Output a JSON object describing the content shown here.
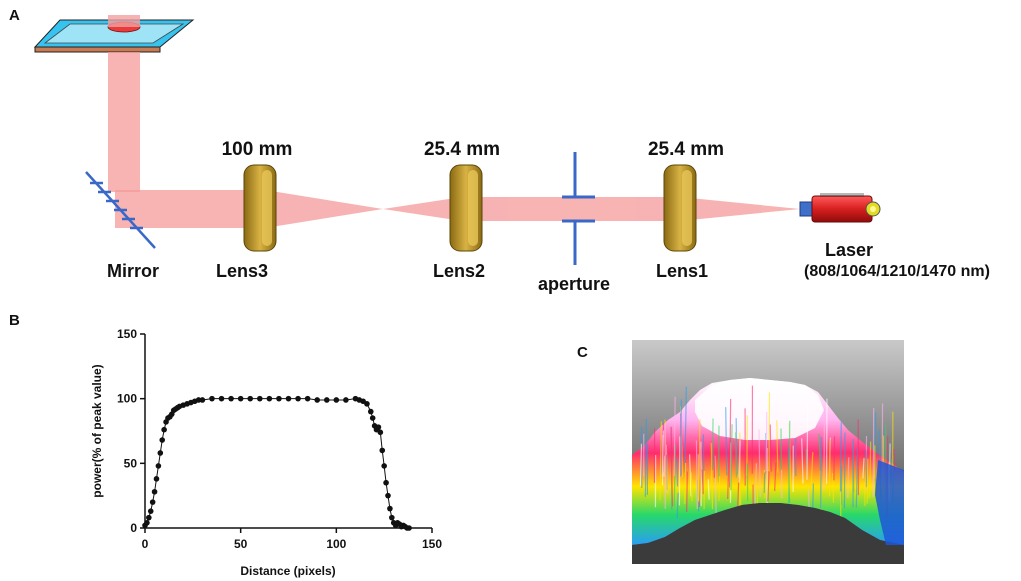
{
  "panels": {
    "a": "A",
    "b": "B",
    "c": "C"
  },
  "setup": {
    "lens3_focal": "100 mm",
    "lens2_focal": "25.4 mm",
    "lens1_focal": "25.4 mm",
    "mirror_label": "Mirror",
    "lens3_label": "Lens3",
    "lens2_label": "Lens2",
    "aperture_label": "aperture",
    "lens1_label": "Lens1",
    "laser_label": "Laser",
    "wavelengths": "(808/1064/1210/1470 nm)",
    "colors": {
      "beam": "#f59a9a",
      "lens": "#c8a033",
      "laser_body": "#d81f1f",
      "dish_tray": "#37c3ef",
      "mirror": "#3a68c8"
    }
  },
  "chart_data": {
    "type": "scatter",
    "xlabel": "Distance (pixels)",
    "ylabel": "power(% of peak value)",
    "xlim": [
      0,
      150
    ],
    "ylim": [
      0,
      150
    ],
    "xticks": [
      "0",
      "50",
      "100",
      "150"
    ],
    "yticks": [
      "0",
      "50",
      "100",
      "150"
    ],
    "x": [
      0,
      1,
      2,
      3,
      4,
      5,
      6,
      7,
      8,
      9,
      10,
      11,
      12,
      13,
      14,
      15,
      16,
      17,
      18,
      20,
      22,
      24,
      26,
      28,
      30,
      35,
      40,
      45,
      50,
      55,
      60,
      65,
      70,
      75,
      80,
      85,
      90,
      95,
      100,
      105,
      110,
      112,
      114,
      116,
      118,
      119,
      120,
      121,
      122,
      123,
      124,
      125,
      126,
      127,
      128,
      129,
      130,
      131,
      132,
      133,
      134,
      135,
      136,
      137,
      138
    ],
    "y": [
      2,
      4,
      8,
      13,
      20,
      28,
      38,
      48,
      58,
      68,
      76,
      82,
      85,
      86,
      88,
      91,
      92,
      93,
      94,
      95,
      96,
      97,
      98,
      99,
      99,
      100,
      100,
      100,
      100,
      100,
      100,
      100,
      100,
      100,
      100,
      100,
      99,
      99,
      99,
      99,
      100,
      99,
      98,
      96,
      90,
      85,
      79,
      76,
      78,
      74,
      60,
      48,
      35,
      25,
      15,
      8,
      4,
      2,
      4,
      3,
      1,
      2,
      1,
      0,
      0
    ]
  },
  "heightmap": {
    "description_free": true,
    "colors": [
      "#2a9df4",
      "#27d86b",
      "#ffe400",
      "#ff2c6e",
      "#ffb5f0",
      "#ffffff"
    ]
  }
}
